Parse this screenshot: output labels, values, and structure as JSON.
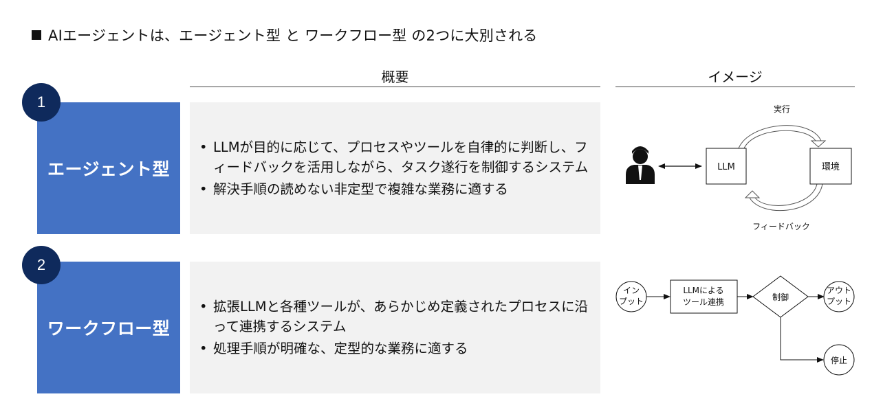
{
  "title": "AIエージェントは、エージェント型 と ワークフロー型 の2つに大別される",
  "headers": {
    "overview": "概要",
    "image": "イメージ"
  },
  "rows": [
    {
      "badge": "1",
      "label": "エージェント型",
      "bullets": [
        "LLMが目的に応じて、プロセスやツールを自律的に判断し、フィードバックを活用しながら、タスク遂行を制御するシステム",
        "解決手順の読めない非定型で複雑な業務に適する"
      ]
    },
    {
      "badge": "2",
      "label": "ワークフロー型",
      "bullets": [
        "拡張LLMと各種ツールが、あらかじめ定義されたプロセスに沿って連携するシステム",
        "処理手順が明確な、定型的な業務に適する"
      ]
    }
  ],
  "agent_diagram": {
    "llm": "LLM",
    "env": "環境",
    "execute": "実行",
    "feedback": "フィードバック",
    "user_icon": "person-icon"
  },
  "workflow_diagram": {
    "input_line1": "イン",
    "input_line2": "プット",
    "process_line1": "LLMによる",
    "process_line2": "ツール連携",
    "control": "制御",
    "output_line1": "アウト",
    "output_line2": "プット",
    "stop": "停止"
  },
  "colors": {
    "label_bg": "#4472c4",
    "badge_bg": "#0f2a5c",
    "desc_bg": "#f2f2f2"
  }
}
